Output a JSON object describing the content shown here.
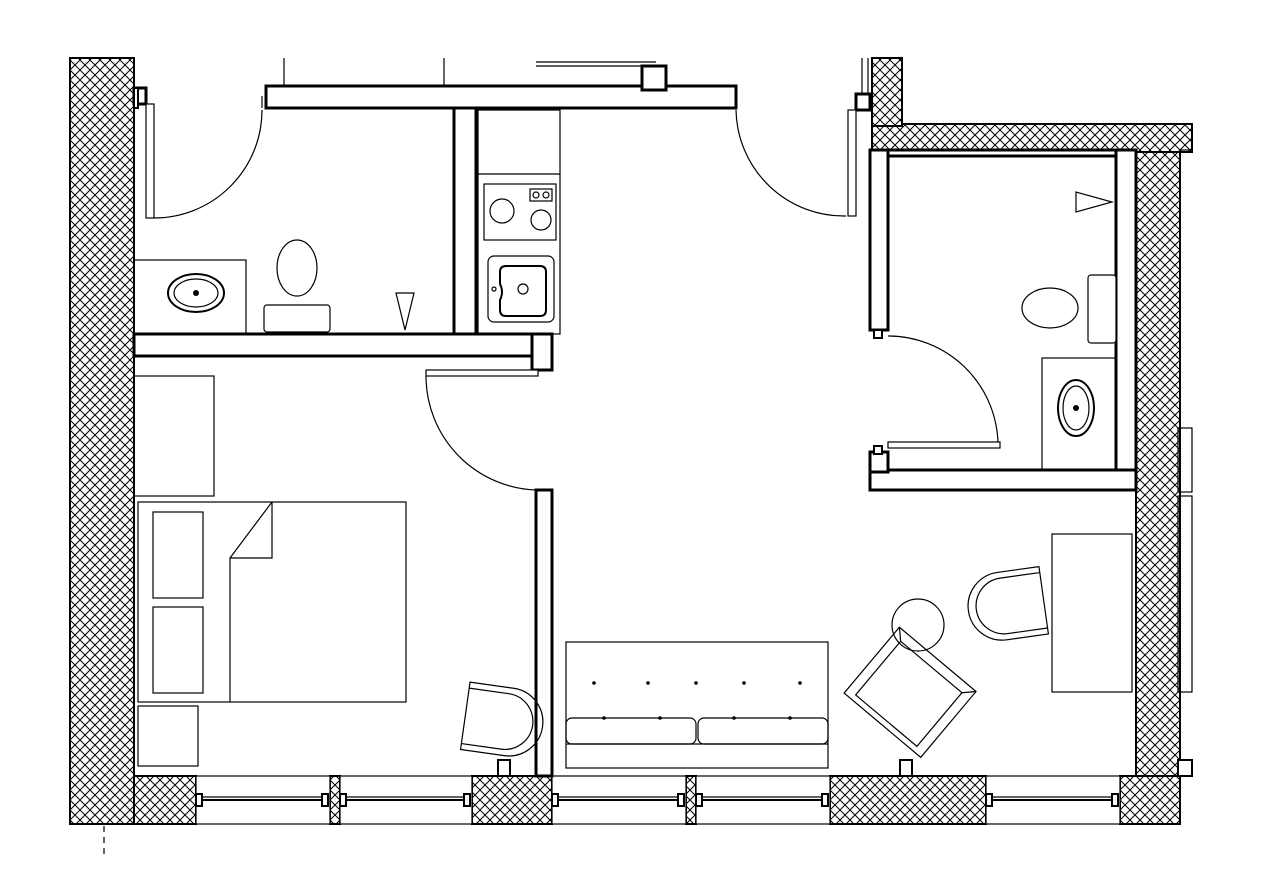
{
  "plan": {
    "title": "",
    "colors": {
      "line": "#000000",
      "background": "#ffffff"
    },
    "rooms": [
      {
        "name": "bathroom-left"
      },
      {
        "name": "kitchenette"
      },
      {
        "name": "bedroom"
      },
      {
        "name": "living-room"
      },
      {
        "name": "bathroom-right"
      }
    ]
  }
}
